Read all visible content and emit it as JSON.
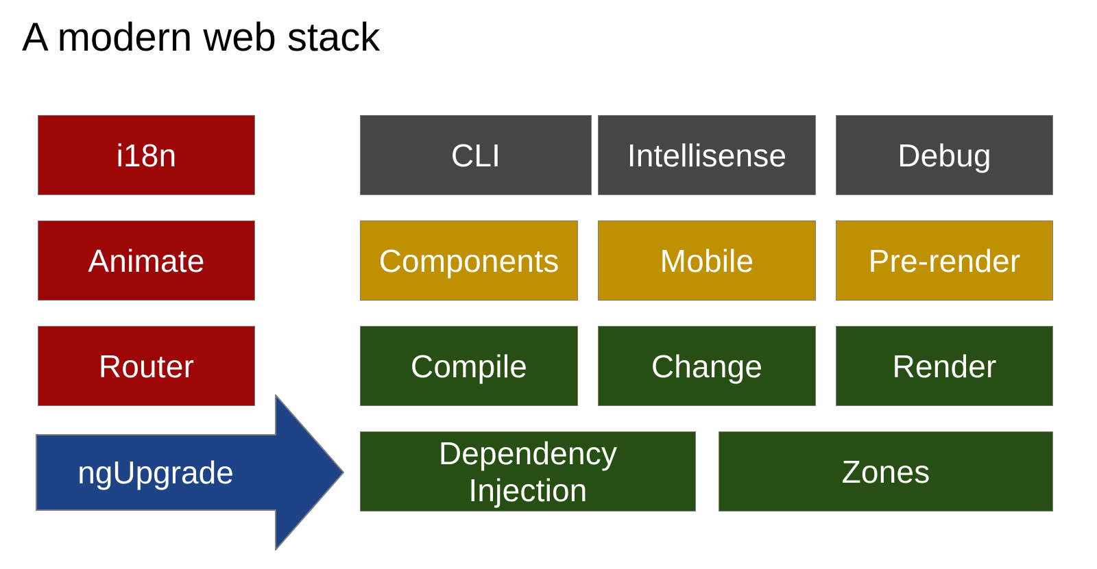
{
  "slide": {
    "title": "A modern web stack",
    "background_color": "#ffffff",
    "title_color": "#000000"
  },
  "palette": {
    "red": "#9C0606",
    "gray": "#464646",
    "gold": "#BF9000",
    "green": "#274E13",
    "blue": "#1F4387",
    "border": "#7F7F7F",
    "text": "#FFFFFF"
  },
  "legacy_column": {
    "name": "upgrade-path-column",
    "items": [
      {
        "label": "i18n",
        "color": "#9C0606"
      },
      {
        "label": "Animate",
        "color": "#9C0606"
      },
      {
        "label": "Router",
        "color": "#9C0606"
      }
    ],
    "arrow": {
      "label": "ngUpgrade",
      "color": "#1F4387",
      "direction": "right"
    }
  },
  "stack_grid": {
    "name": "modern-stack-grid",
    "rows": [
      {
        "row_name": "tooling-row",
        "color": "#464646",
        "cells": [
          {
            "label": "CLI"
          },
          {
            "label": "Intellisense"
          },
          {
            "label": "Debug"
          }
        ]
      },
      {
        "row_name": "platform-row",
        "color": "#BF9000",
        "cells": [
          {
            "label": "Components"
          },
          {
            "label": "Mobile"
          },
          {
            "label": "Pre-render"
          }
        ]
      },
      {
        "row_name": "core-row",
        "color": "#274E13",
        "cells": [
          {
            "label": "Compile"
          },
          {
            "label": "Change"
          },
          {
            "label": "Render"
          }
        ]
      },
      {
        "row_name": "runtime-row",
        "color": "#274E13",
        "cells": [
          {
            "label": "Dependency\nInjection"
          },
          {
            "label": "Zones"
          }
        ]
      }
    ]
  }
}
